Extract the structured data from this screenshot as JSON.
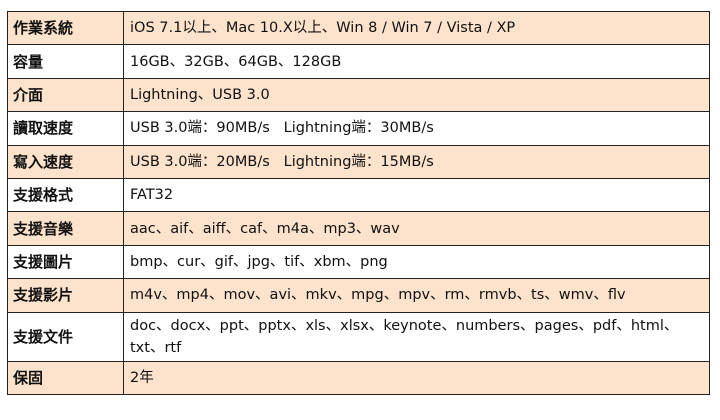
{
  "colors": {
    "row_shade": "#fde3cc",
    "row_plain": "#ffffff",
    "border": "#222222"
  },
  "spec_rows": [
    {
      "label": "作業系統",
      "value": "iOS 7.1以上、Mac 10.X以上、Win 8 / Win 7 / Vista / XP"
    },
    {
      "label": "容量",
      "value": "16GB、32GB、64GB、128GB"
    },
    {
      "label": "介面",
      "value": "Lightning、USB 3.0"
    },
    {
      "label": "讀取速度",
      "value": "USB 3.0端：90MB/s   Lightning端：30MB/s"
    },
    {
      "label": "寫入速度",
      "value": "USB 3.0端：20MB/s   Lightning端：15MB/s"
    },
    {
      "label": "支援格式",
      "value": "FAT32"
    },
    {
      "label": "支援音樂",
      "value": "aac、aif、aiff、caf、m4a、mp3、wav"
    },
    {
      "label": "支援圖片",
      "value": "bmp、cur、gif、jpg、tif、xbm、png"
    },
    {
      "label": "支援影片",
      "value": "m4v、mp4、mov、avi、mkv、mpg、mpv、rm、rmvb、ts、wmv、flv"
    },
    {
      "label": "支援文件",
      "value": "doc、docx、ppt、pptx、xls、xlsx、keynote、numbers、pages、pdf、html、txt、rtf"
    },
    {
      "label": "保固",
      "value": "2年"
    }
  ]
}
